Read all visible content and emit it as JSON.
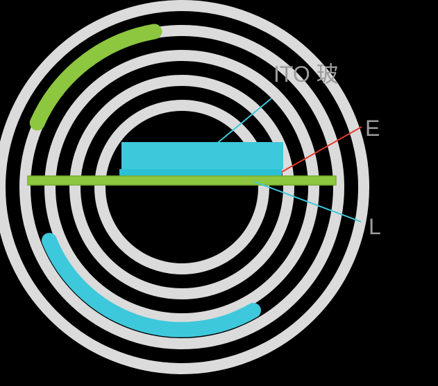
{
  "diagram": {
    "labels": {
      "ito_glass": "ITO 玻",
      "right_edge": "E",
      "bottom_right": "L"
    },
    "colors": {
      "background": "#000000",
      "ring_gray": "#DBDBDB",
      "green": "#8DC63F",
      "green_edge": "#76AC2E",
      "cyan": "#3EC8DB",
      "cyan_strip": "#2CC0D4",
      "red": "#E23B2B",
      "label_gray": "#9C9C9C"
    }
  }
}
